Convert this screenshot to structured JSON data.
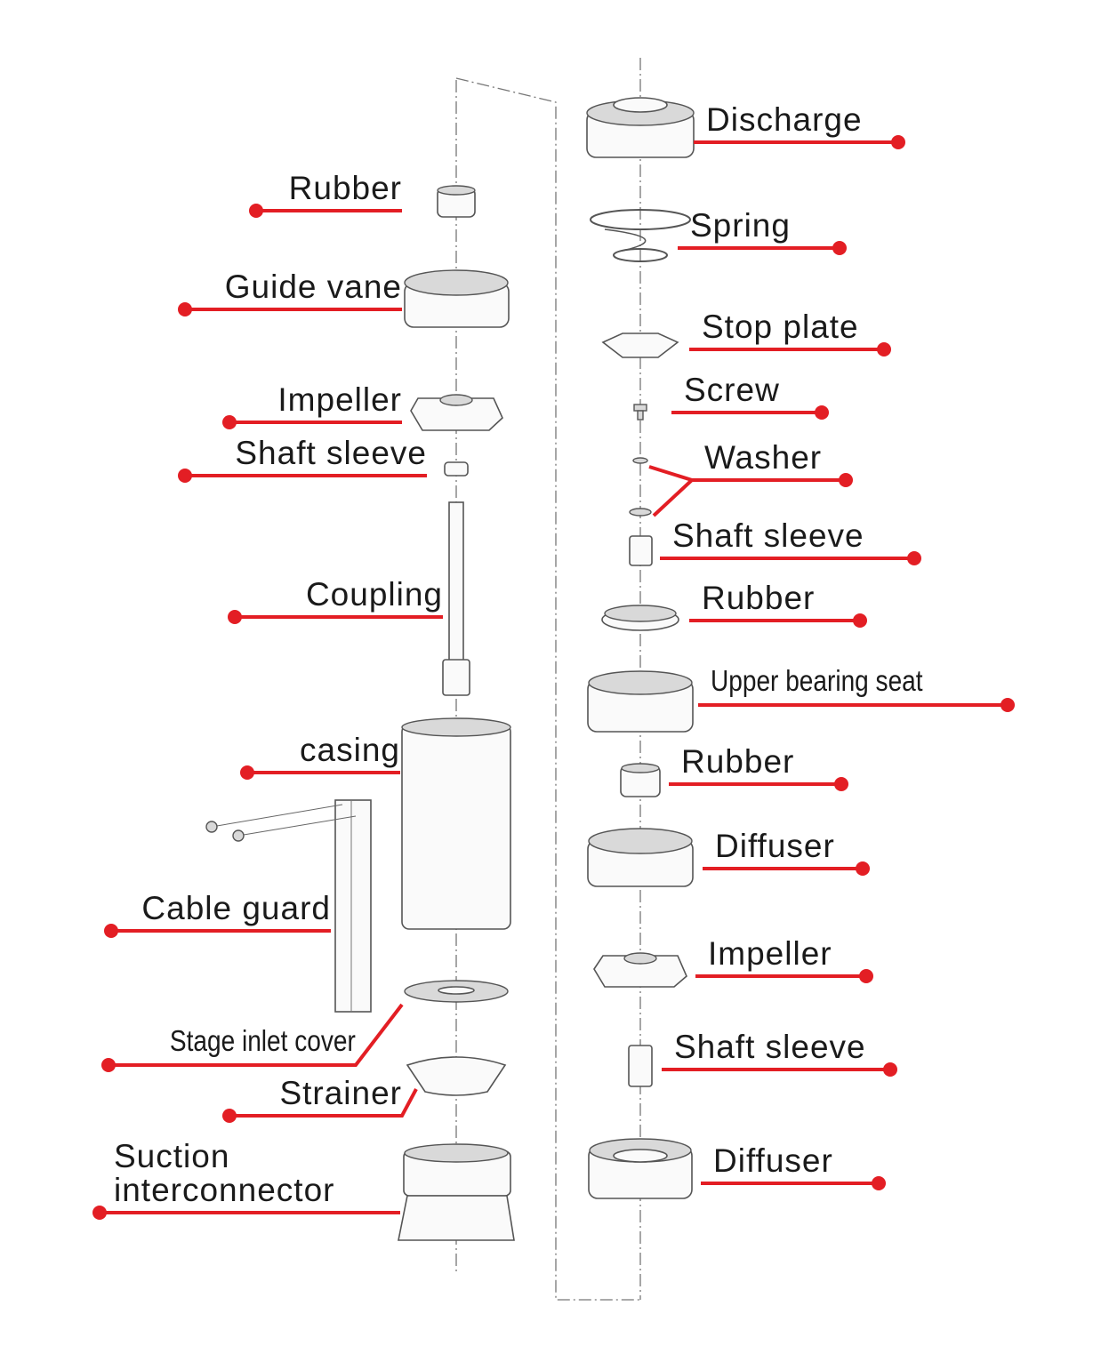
{
  "title": "Submersible pump exploded view",
  "accent_color": "#e31e24",
  "left_labels": [
    "Rubber",
    "Guide vane",
    "Impeller",
    "Shaft sleeve",
    "Coupling",
    "casing",
    "Cable guard",
    "Stage inlet cover",
    "Strainer",
    "Suction",
    "interconnector"
  ],
  "right_labels": [
    "Discharge",
    "Spring",
    "Stop plate",
    "Screw",
    "Washer",
    "Shaft sleeve",
    "Rubber",
    "Upper bearing seat",
    "Rubber",
    "Diffuser",
    "Impeller",
    "Shaft sleeve",
    "Diffuser"
  ]
}
